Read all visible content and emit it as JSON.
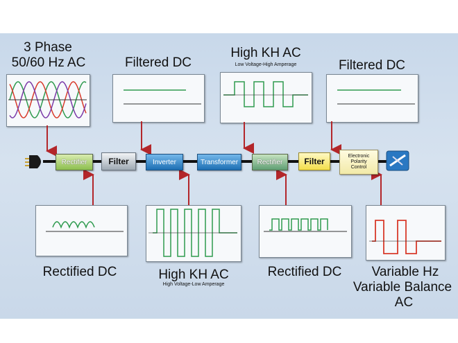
{
  "top_labels": {
    "three_phase_line1": "3 Phase",
    "three_phase_line2": "50/60 Hz AC",
    "filtered_dc_1": "Filtered DC",
    "high_kh_ac_top": "High KH AC",
    "high_kh_ac_top_sub": "Low Voltage-High Amperage",
    "filtered_dc_2": "Filtered DC"
  },
  "bottom_labels": {
    "rectified_dc_1": "Rectified DC",
    "high_kh_ac_bottom": "High KH AC",
    "high_kh_ac_bottom_sub": "High Voltage-Low Amperage",
    "rectified_dc_2": "Rectified DC",
    "variable_line1": "Variable Hz",
    "variable_line2": "Variable Balance",
    "variable_line3": "AC"
  },
  "blocks": {
    "rectifier_1": "Rectifier",
    "filter_1": "Filter",
    "inverter": "Inverter",
    "transformer": "Transformer",
    "rectifier_2": "Rectifier",
    "filter_2": "Filter",
    "polarity_line1": "Electronic",
    "polarity_line2": "Polarity",
    "polarity_line3": "Control"
  },
  "colors": {
    "wave_green": "#2e9a4e",
    "wave_red": "#d83a2a",
    "wave_purple": "#7a3aa8",
    "arrow_red": "#b3262a",
    "wire": "#111111"
  },
  "icons": [
    "plug-icon",
    "welding-torch-icon"
  ]
}
